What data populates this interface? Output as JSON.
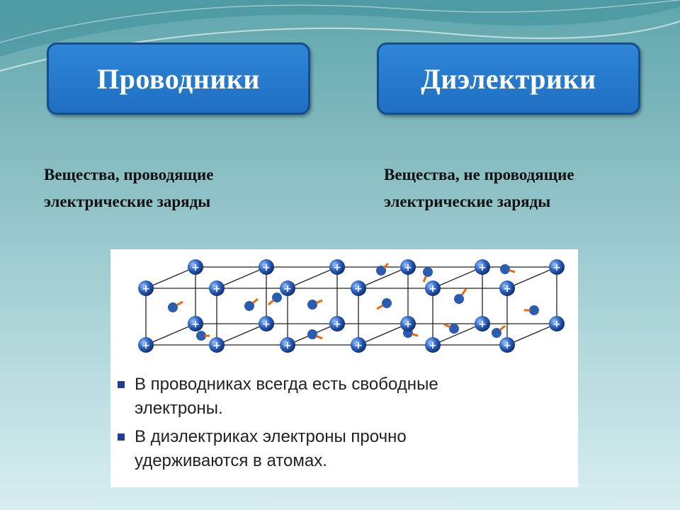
{
  "conductors": {
    "title": "Проводники",
    "description_line1": "Вещества, проводящие",
    "description_line2": "электрические заряды"
  },
  "dielectrics": {
    "title": "Диэлектрики",
    "description_line1": "Вещества, не проводящие",
    "description_line2": "электрические заряды"
  },
  "panel": {
    "bullets": [
      {
        "line1": "В проводниках всегда есть свободные",
        "line2": "электроны."
      },
      {
        "line1": "В диэлектриках электроны прочно",
        "line2": "удерживаются в атомах."
      }
    ],
    "ion_symbol": "+"
  },
  "colors": {
    "title_box": "#1f6fc2",
    "ion": "#1d4fa6",
    "electron": "#2a5db0",
    "arrow": "#e86a10",
    "bullet_square": "#1f3f8f"
  }
}
